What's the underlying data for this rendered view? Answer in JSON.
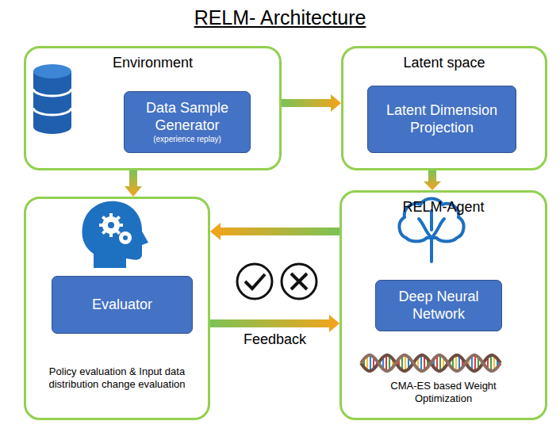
{
  "diagram": {
    "title": "RELM- Architecture",
    "nodes": [
      {
        "text": [
          "Environment"
        ]
      },
      {
        "text": [
          "Data Sample Generator",
          "(experience replay)"
        ],
        "in": 0
      },
      {
        "text": [
          "Latent space"
        ]
      },
      {
        "text": [
          "Latent Dimension Projection"
        ],
        "in": 2
      },
      {
        "text": [
          "Policy evaluation & Input data distribution change evaluation"
        ]
      },
      {
        "text": [
          "Evaluator"
        ],
        "in": 4
      },
      {
        "text": [
          "RELM-Agent",
          "CMA-ES based Weight Optimization"
        ]
      },
      {
        "text": [
          "Deep Neural Network"
        ],
        "in": 6
      }
    ],
    "edges": [
      {
        "from": 0,
        "to": 2,
        "arrow": "to"
      },
      {
        "from": 2,
        "to": 6,
        "arrow": "to"
      },
      {
        "from": 0,
        "to": 4,
        "arrow": "to"
      },
      {
        "from": 6,
        "to": 4,
        "arrow": "to"
      },
      {
        "from": 4,
        "to": 6,
        "label": "Feedback",
        "arrow": "to"
      }
    ]
  }
}
